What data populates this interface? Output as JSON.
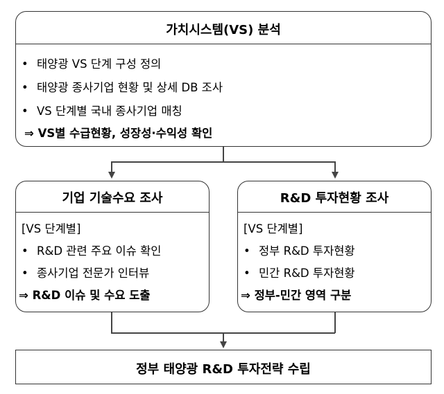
{
  "top_box": {
    "title": "가치시스템(VS) 분석",
    "bullets": [
      "태양광 VS 단계 구성 정의",
      "태양광 종사기업 현황 및 상세 DB 조사",
      "VS 단계별 국내 종사기업 매칭"
    ],
    "conclusion": "⇒ VS별 수급현황, 성장성·수익성 확인"
  },
  "left_box": {
    "title": "기업 기술수요 조사",
    "scope": "[VS 단계별]",
    "bullets": [
      "R&D 관련 주요 이슈 확인",
      "종사기업 전문가 인터뷰"
    ],
    "conclusion": "⇒ R&D 이슈 및 수요 도출"
  },
  "right_box": {
    "title": "R&D 투자현황 조사",
    "scope": "[VS 단계별]",
    "bullets": [
      "정부 R&D 투자현황",
      "민간 R&D 투자현황"
    ],
    "conclusion": "⇒ 정부-민간 영역 구분"
  },
  "bottom_box": {
    "title": "정부 태양광 R&D 투자전략 수립"
  },
  "bullet_symbol": "•"
}
